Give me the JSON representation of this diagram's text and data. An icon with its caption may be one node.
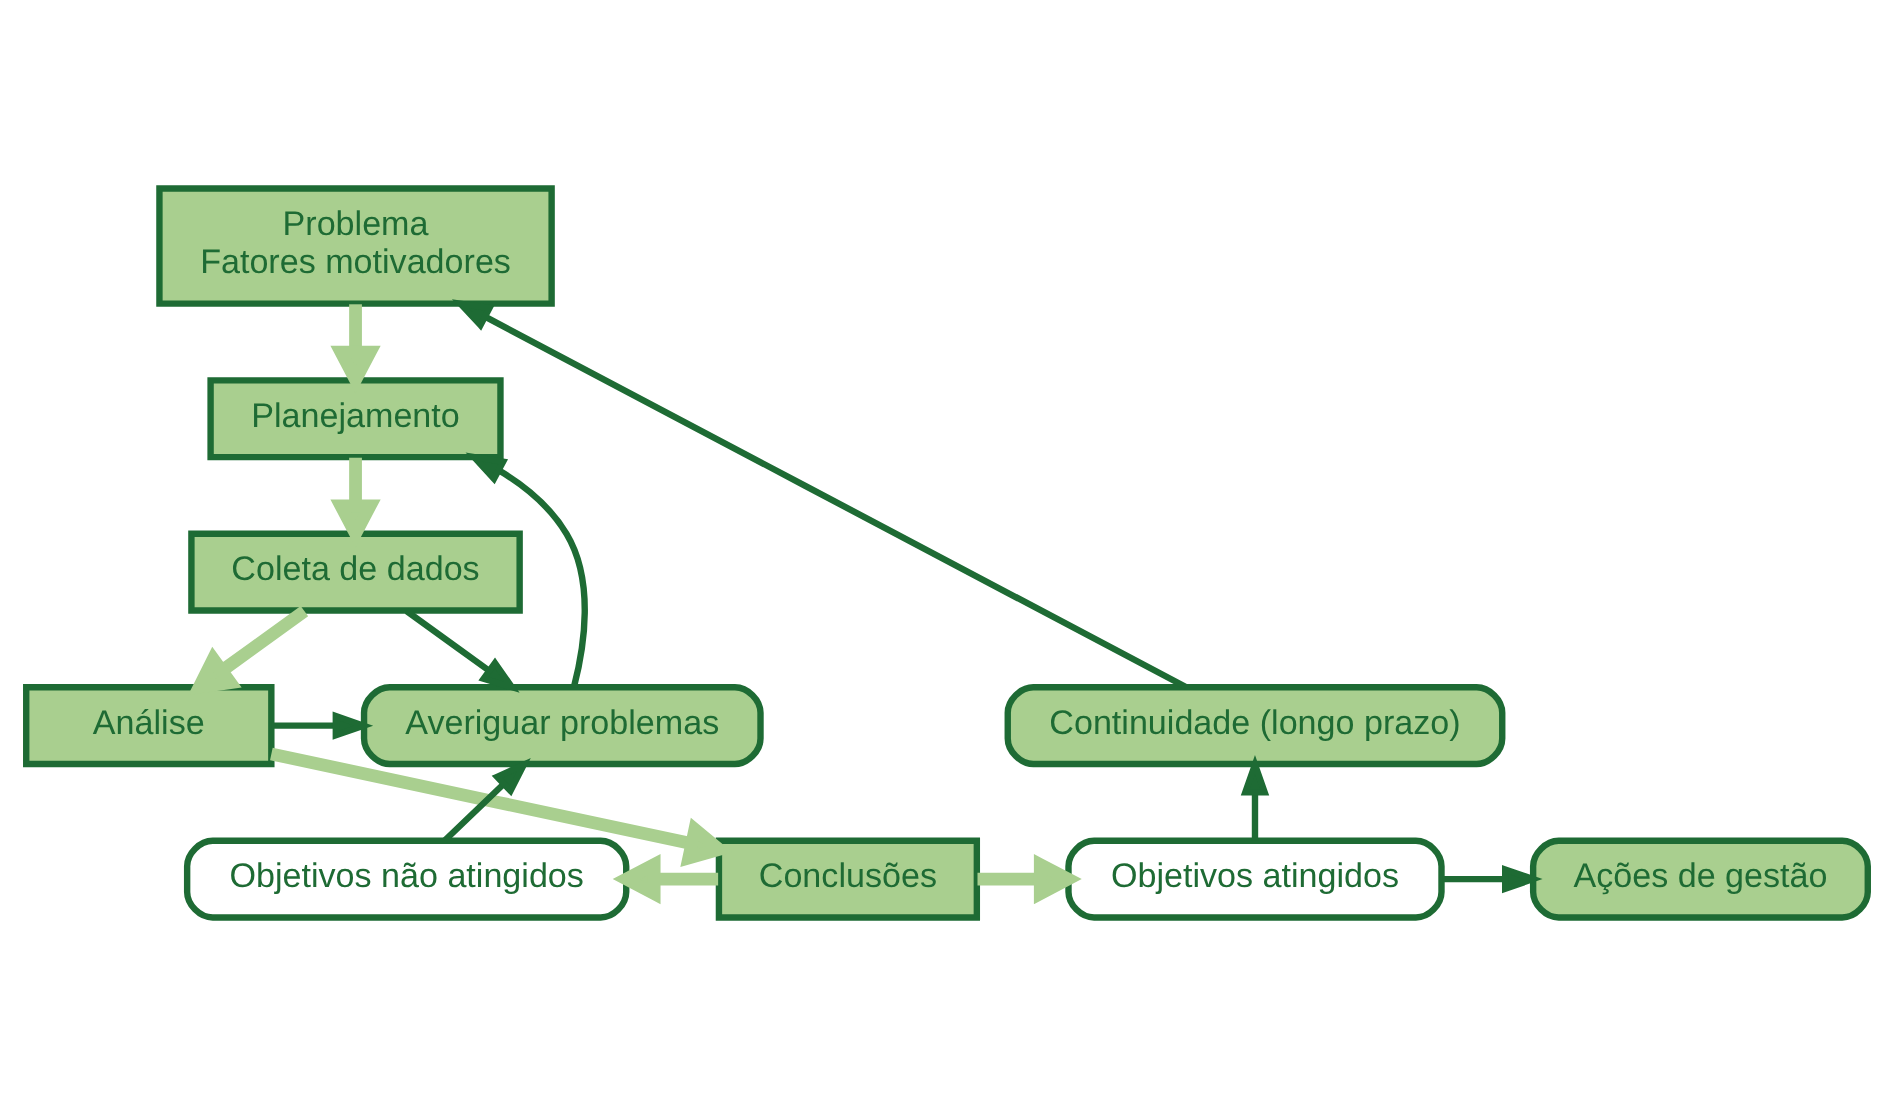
{
  "diagram": {
    "nodes": [
      {
        "text": [
          "Problema",
          "Fatores motivadores"
        ]
      },
      {
        "text": [
          "Planejamento"
        ]
      },
      {
        "text": [
          "Coleta de dados"
        ]
      },
      {
        "text": [
          "Análise"
        ]
      },
      {
        "text": [
          "Conclusões"
        ]
      },
      {
        "text": [
          "Averiguar problemas"
        ]
      },
      {
        "text": [
          "Objetivos não atingidos"
        ]
      },
      {
        "text": [
          "Objetivos atingidos"
        ]
      },
      {
        "text": [
          "Continuidade (longo prazo)"
        ]
      },
      {
        "text": [
          "Ações de gestão"
        ]
      }
    ],
    "edges": [
      {
        "from": 0,
        "to": 1,
        "arrow": "to",
        "style": "thick",
        "color": "#a9cf8f"
      },
      {
        "from": 1,
        "to": 2,
        "arrow": "to",
        "style": "thick",
        "color": "#a9cf8f"
      },
      {
        "from": 2,
        "to": 3,
        "arrow": "to",
        "style": "thick",
        "color": "#a9cf8f"
      },
      {
        "from": 3,
        "to": 4,
        "arrow": "to",
        "style": "thick",
        "color": "#a9cf8f"
      },
      {
        "from": 4,
        "to": 6,
        "arrow": "to",
        "style": "thick",
        "color": "#a9cf8f"
      },
      {
        "from": 4,
        "to": 7,
        "arrow": "to",
        "style": "thick",
        "color": "#a9cf8f"
      },
      {
        "from": 2,
        "to": 5,
        "arrow": "to"
      },
      {
        "from": 3,
        "to": 5,
        "arrow": "to"
      },
      {
        "from": 6,
        "to": 5,
        "arrow": "to"
      },
      {
        "from": 5,
        "to": 1,
        "arrow": "to"
      },
      {
        "from": 7,
        "to": 8,
        "arrow": "to"
      },
      {
        "from": 8,
        "to": 0,
        "arrow": "to"
      },
      {
        "from": 7,
        "to": 9,
        "arrow": "to"
      }
    ]
  }
}
